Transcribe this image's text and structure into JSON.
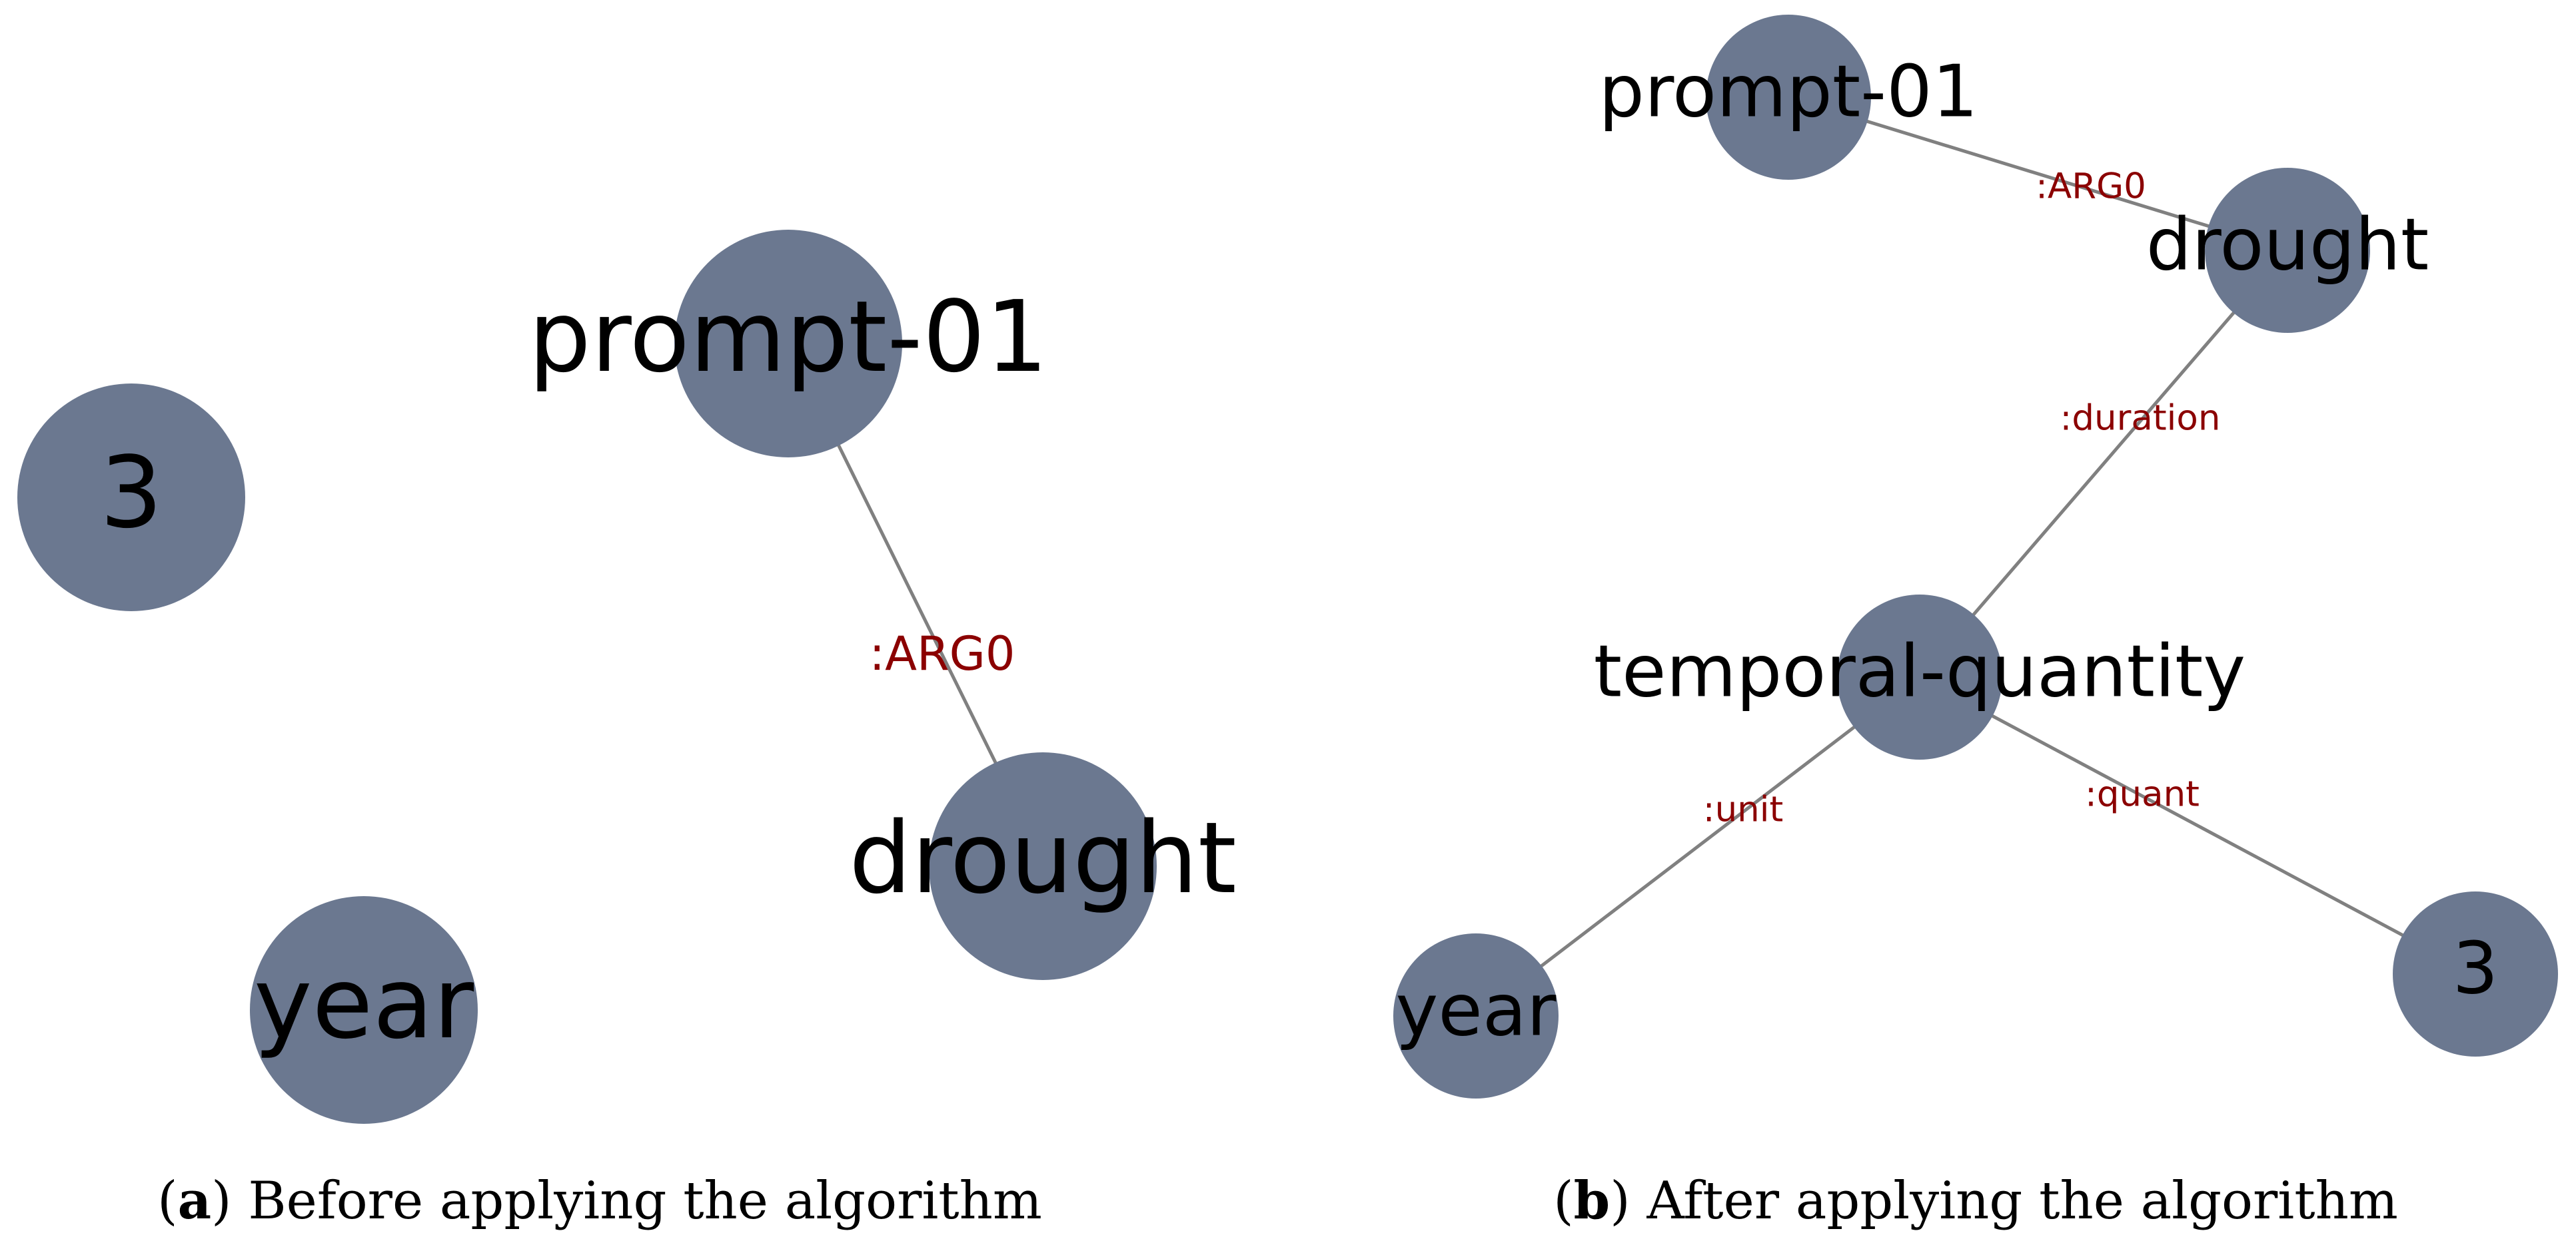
{
  "panel_a": {
    "caption_letter": "a",
    "caption_text": "Before applying the algorithm",
    "nodes": {
      "n3": "3",
      "prompt": "prompt-01",
      "drought": "drought",
      "year": "year"
    },
    "edges": {
      "arg0": ":ARG0"
    }
  },
  "panel_b": {
    "caption_letter": "b",
    "caption_text": "After applying the algorithm",
    "nodes": {
      "prompt": "prompt-01",
      "drought": "drought",
      "temporal": "temporal-quantity",
      "year": "year",
      "n3": "3"
    },
    "edges": {
      "arg0": ":ARG0",
      "duration": ":duration",
      "unit": ":unit",
      "quant": ":quant"
    }
  },
  "colors": {
    "node": "#6b7890",
    "edge": "#808080",
    "edge_label": "#8b0000"
  }
}
